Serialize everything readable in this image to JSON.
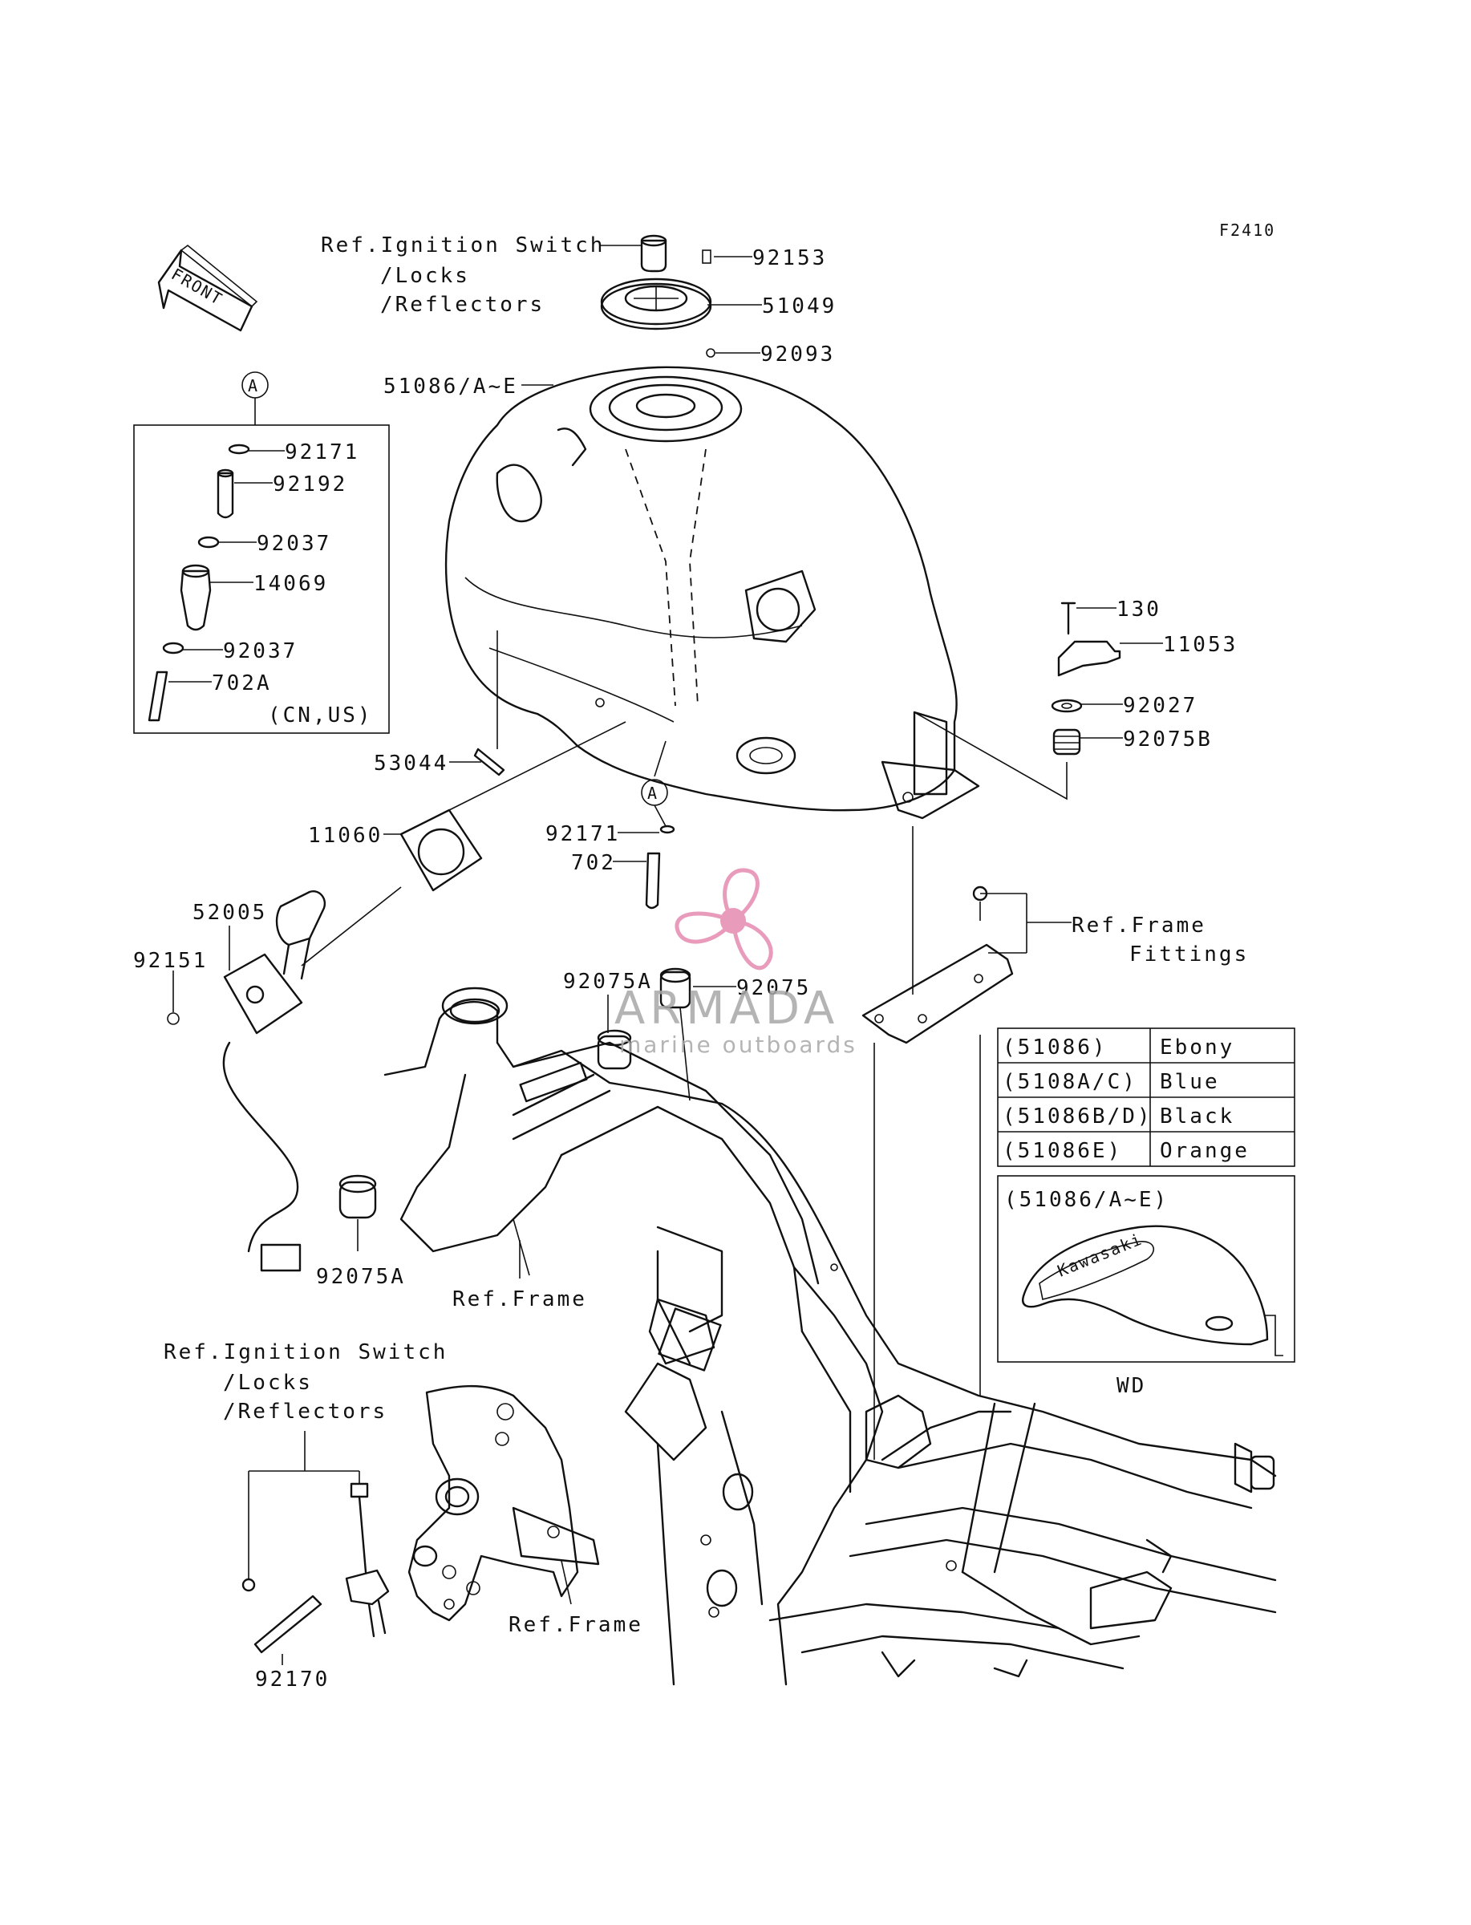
{
  "diagram_id": "F2410",
  "front_label": "FRONT",
  "callout_letter": "A",
  "refs": {
    "ignition_top": [
      "Ref.Ignition Switch",
      "/Locks",
      "/Reflectors"
    ],
    "ignition_bottom": [
      "Ref.Ignition Switch",
      "/Locks",
      "/Reflectors"
    ],
    "frame_fittings": [
      "Ref.Frame",
      "Fittings"
    ],
    "frame_mid": "Ref.Frame",
    "frame_bottom": "Ref.Frame"
  },
  "parts": {
    "p92153": "92153",
    "p51049": "51049",
    "p92093": "92093",
    "p51086": "51086/A~E",
    "p92171_box": "92171",
    "p92192": "92192",
    "p92037_a": "92037",
    "p14069": "14069",
    "p92037_b": "92037",
    "p702A": "702A",
    "cn_us": "(CN,US)",
    "p130": "130",
    "p11053": "11053",
    "p92027": "92027",
    "p92075B": "92075B",
    "p53044": "53044",
    "p11060": "11060",
    "p92171": "92171",
    "p702": "702",
    "p52005": "52005",
    "p92151": "92151",
    "p92075A_top": "92075A",
    "p92075": "92075",
    "p92075A_bottom": "92075A",
    "p92170": "92170"
  },
  "color_table": {
    "rows": [
      {
        "code": "(51086)",
        "color": "Ebony"
      },
      {
        "code": "(5108A/C)",
        "color": "Blue"
      },
      {
        "code": "(51086B/D)",
        "color": "Black"
      },
      {
        "code": "(51086E)",
        "color": "Orange"
      }
    ]
  },
  "inset": {
    "title": "(51086/A~E)",
    "logo_text": "Kawasaki",
    "caption": "WD"
  },
  "watermark": {
    "brand": "ARMADA",
    "tagline": "marine outboards",
    "color": "#e68ab0"
  }
}
